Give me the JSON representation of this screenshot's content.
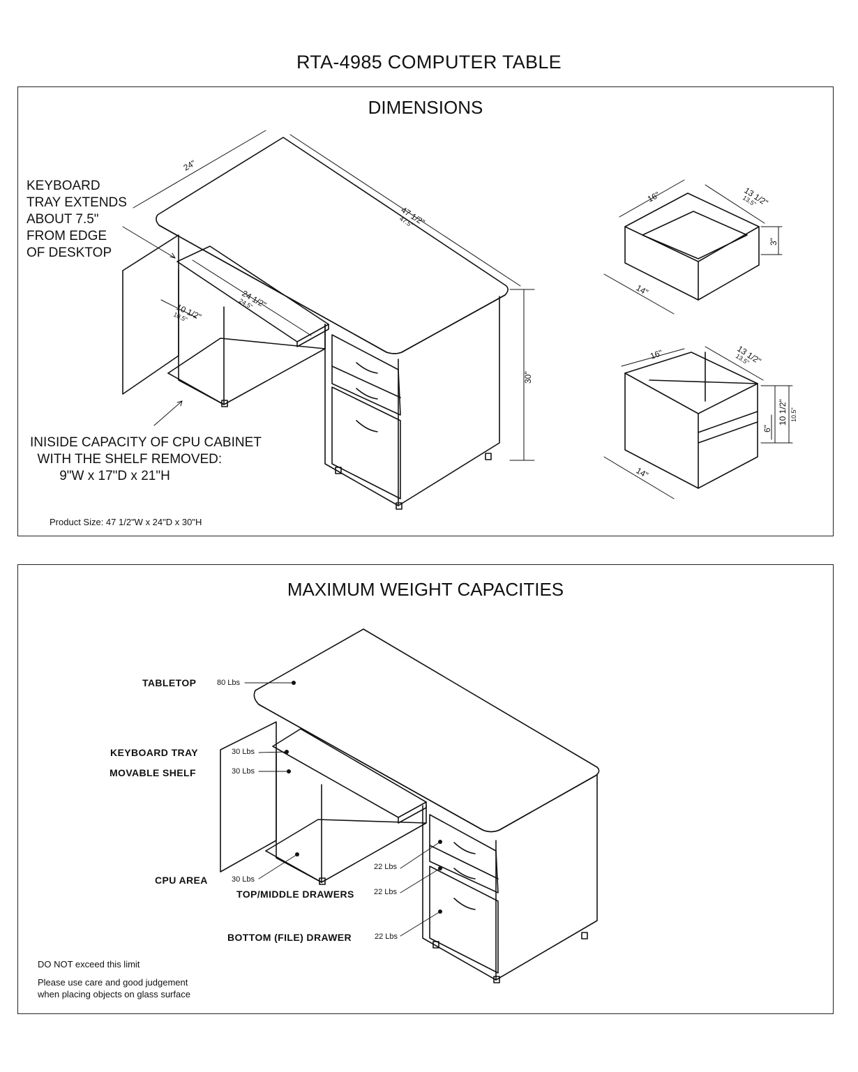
{
  "title": "RTA-4985  COMPUTER TABLE",
  "dimensions_panel": {
    "heading": "DIMENSIONS",
    "keyboard_note": "KEYBOARD\nTRAY EXTENDS\nABOUT 7.5\"\nFROM EDGE\nOF DESKTOP",
    "cpu_note": "INISIDE CAPACITY OF CPU CABINET\n  WITH THE SHELF REMOVED:\n        9\"W x 17\"D x 21\"H",
    "product_size": "Product Size: 47 1/2\"W x 24\"D x 30\"H",
    "labels": {
      "depth": "24\"",
      "width": "47 1/2\"",
      "width_metric": "47.5\"",
      "height": "30\"",
      "tray": "24 1/2\"",
      "tray_metric": "24.5\"",
      "tray_depth": "10 1/2\"",
      "tray_depth_metric": "10.5\"",
      "drawer_width": "16\"",
      "drawer_depth": "13 1/2\"",
      "drawer_depth_metric": "13.5\"",
      "drawer_height": "3\"",
      "drawer_front": "14\"",
      "file_width": "16\"",
      "file_depth": "13 1/2\"",
      "file_depth_metric": "13.5\"",
      "file_inner": "6\"",
      "file_height": "10 1/2\"",
      "file_height_metric": "10.5\"",
      "file_front": "14\""
    }
  },
  "weight_panel": {
    "heading": "MAXIMUM WEIGHT CAPACITIES",
    "items": [
      {
        "label": "TABLETOP",
        "weight": "80 Lbs"
      },
      {
        "label": "KEYBOARD TRAY",
        "weight": "30 Lbs"
      },
      {
        "label": "MOVABLE SHELF",
        "weight": "30 Lbs"
      },
      {
        "label": "CPU AREA",
        "weight": "30 Lbs"
      },
      {
        "label": "TOP/MIDDLE DRAWERS",
        "weight": "22 Lbs",
        "weight2": "22 Lbs"
      },
      {
        "label": "BOTTOM (FILE) DRAWER",
        "weight": "22 Lbs"
      }
    ],
    "warning": "DO NOT exceed this limit",
    "care_note": "Please use care and good judgement\nwhen placing objects on glass surface"
  }
}
